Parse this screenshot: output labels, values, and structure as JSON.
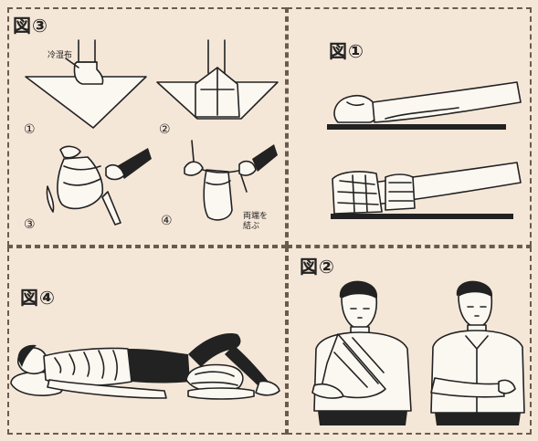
{
  "figures": {
    "fig3": {
      "label": "図③",
      "annotation_cloth": "冷湿布",
      "steps": [
        "①",
        "②",
        "③",
        "④"
      ],
      "annotation_tie": [
        "両端を",
        "結ぶ"
      ]
    },
    "fig1": {
      "label": "図①"
    },
    "fig2": {
      "label": "図②"
    },
    "fig4": {
      "label": "図④"
    }
  }
}
